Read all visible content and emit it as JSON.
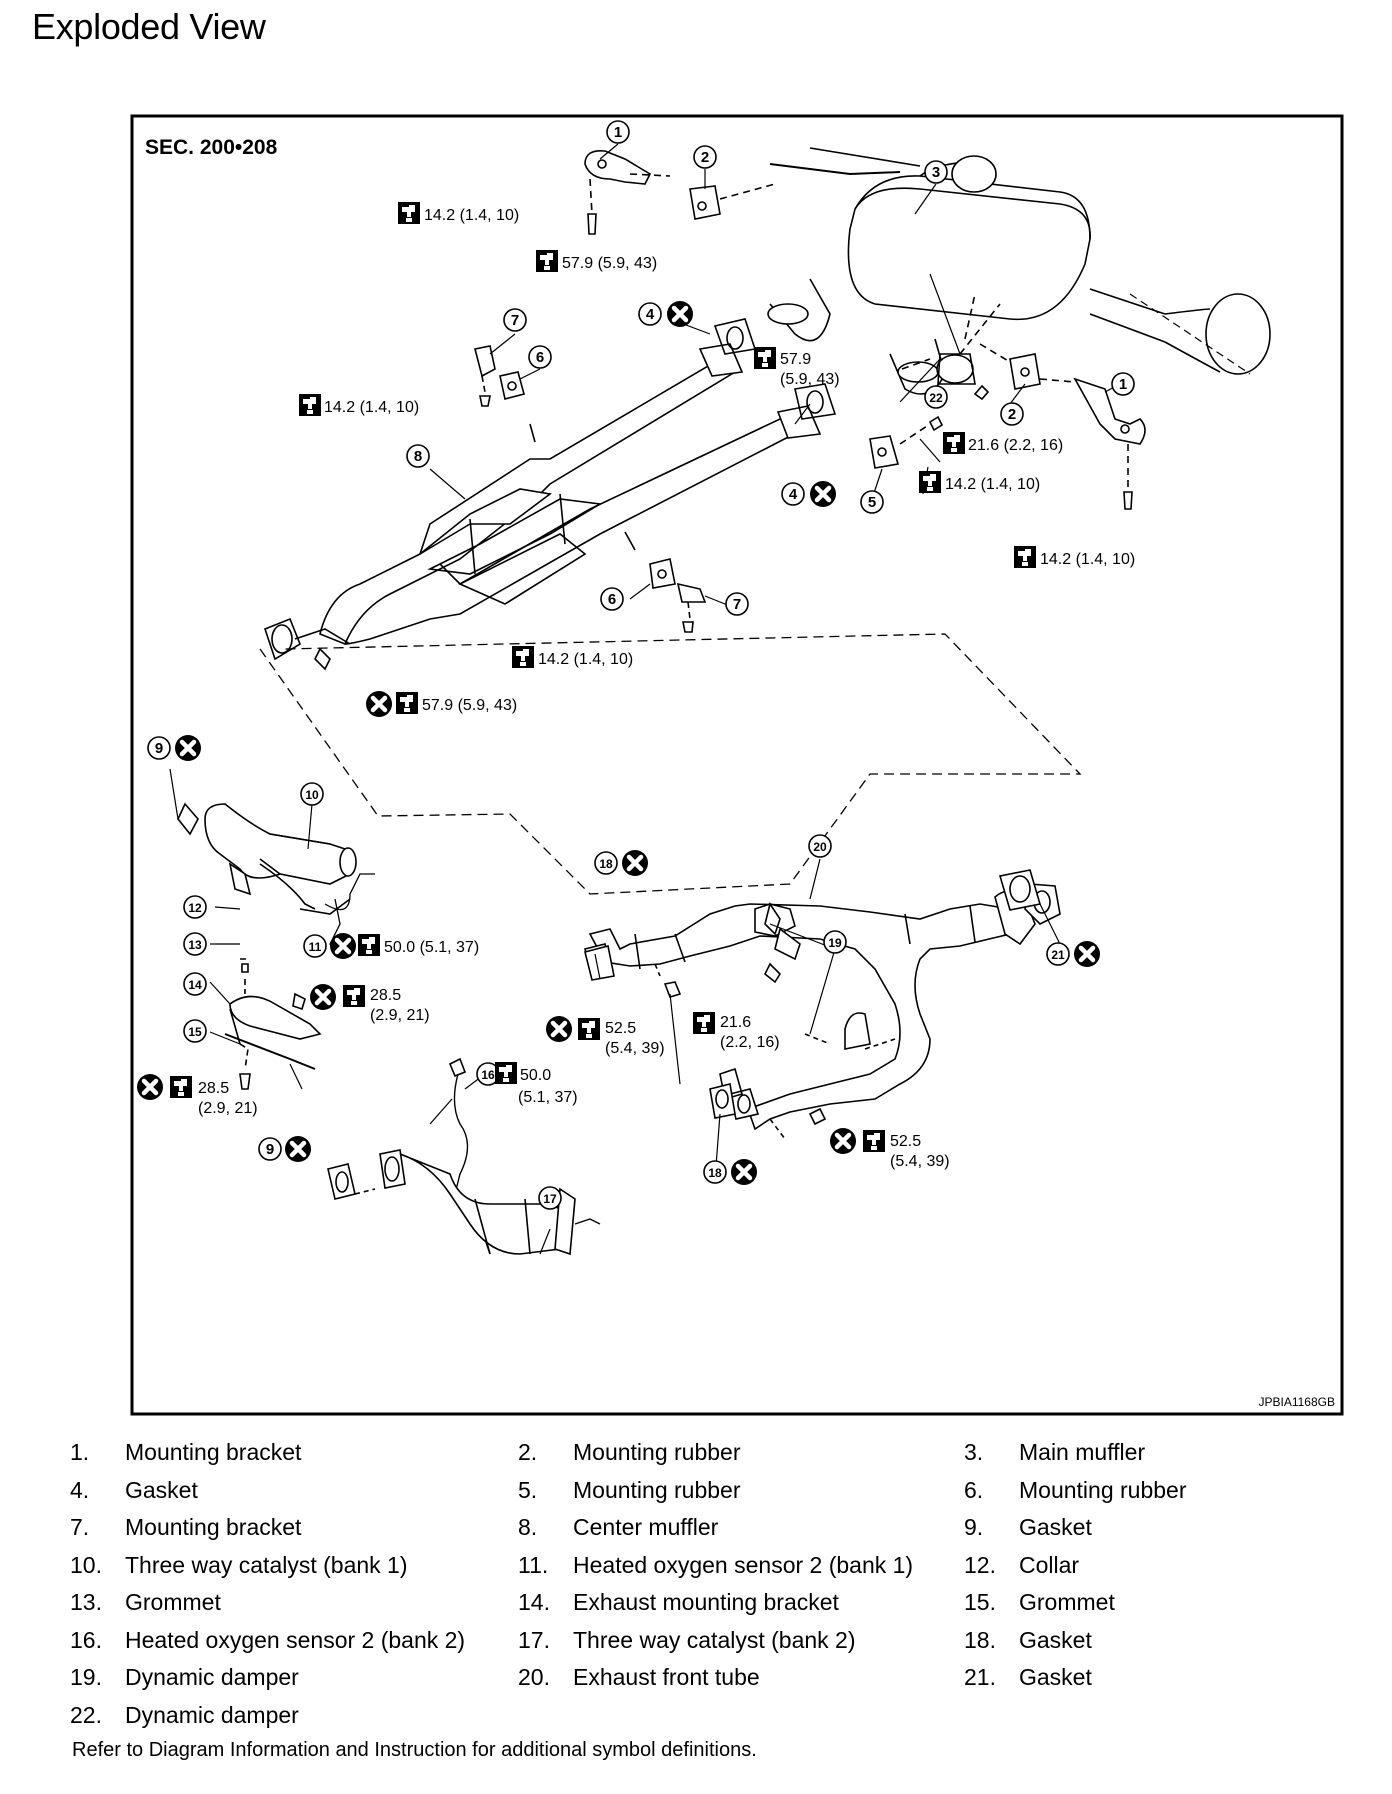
{
  "page": {
    "title": "Exploded View"
  },
  "diagram": {
    "section_label": "SEC. 200•208",
    "image_code": "JPBIA1168GB",
    "torque_specs": {
      "t14_2": "14.2 (1.4, 10)",
      "t57_9": "57.9 (5.9, 43)",
      "t57_9_line1": "57.9",
      "t57_9_line2": "(5.9, 43)",
      "t21_6": "21.6 (2.2, 16)",
      "t21_6_line1": "21.6",
      "t21_6_line2": "(2.2, 16)",
      "t50_0": "50.0 (5.1, 37)",
      "t50_0_line1": "50.0",
      "t50_0_line2": "(5.1, 37)",
      "t28_5_line1": "28.5",
      "t28_5_line2": "(2.9, 21)",
      "t52_5_line1": "52.5",
      "t52_5_line2": "(5.4, 39)"
    }
  },
  "legend": {
    "items": [
      {
        "num": "1.",
        "label": "Mounting bracket"
      },
      {
        "num": "2.",
        "label": "Mounting rubber"
      },
      {
        "num": "3.",
        "label": "Main muffler"
      },
      {
        "num": "4.",
        "label": "Gasket"
      },
      {
        "num": "5.",
        "label": "Mounting rubber"
      },
      {
        "num": "6.",
        "label": "Mounting rubber"
      },
      {
        "num": "7.",
        "label": "Mounting bracket"
      },
      {
        "num": "8.",
        "label": "Center muffler"
      },
      {
        "num": "9.",
        "label": "Gasket"
      },
      {
        "num": "10.",
        "label": "Three way catalyst (bank 1)"
      },
      {
        "num": "11.",
        "label": "Heated oxygen sensor 2 (bank 1)"
      },
      {
        "num": "12.",
        "label": "Collar"
      },
      {
        "num": "13.",
        "label": "Grommet"
      },
      {
        "num": "14.",
        "label": "Exhaust mounting bracket"
      },
      {
        "num": "15.",
        "label": "Grommet"
      },
      {
        "num": "16.",
        "label": "Heated oxygen sensor 2 (bank 2)"
      },
      {
        "num": "17.",
        "label": "Three way catalyst (bank 2)"
      },
      {
        "num": "18.",
        "label": "Gasket"
      },
      {
        "num": "19.",
        "label": "Dynamic damper"
      },
      {
        "num": "20.",
        "label": "Exhaust front tube"
      },
      {
        "num": "21.",
        "label": "Gasket"
      },
      {
        "num": "22.",
        "label": "Dynamic damper"
      }
    ],
    "footnote": "Refer to Diagram Information and Instruction for additional symbol definitions."
  }
}
